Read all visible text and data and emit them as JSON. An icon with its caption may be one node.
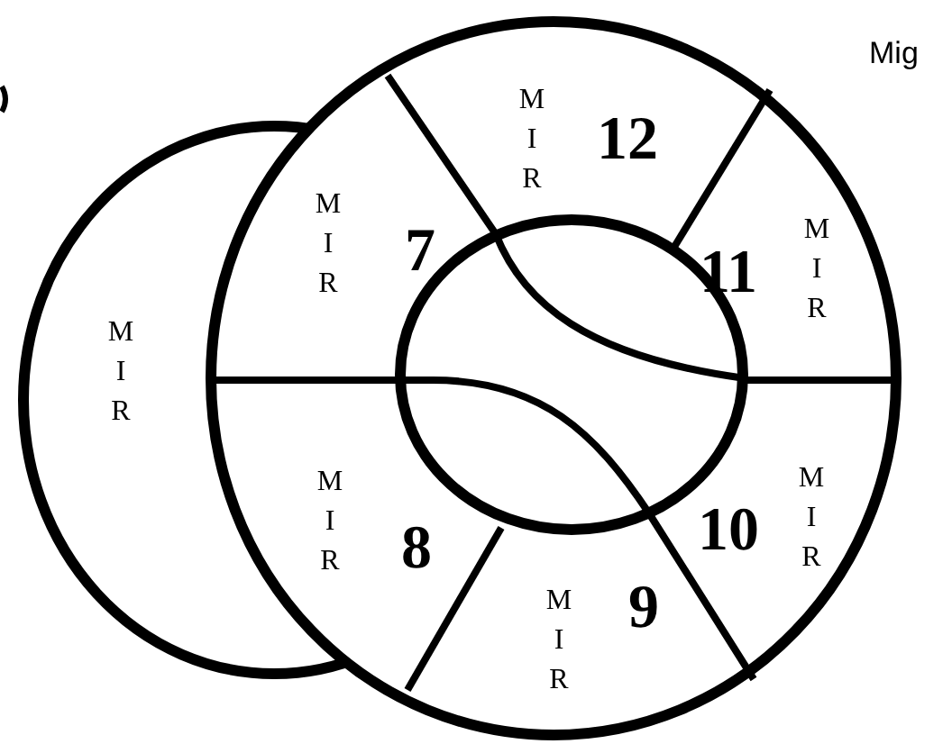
{
  "diagram": {
    "labels": [
      "Mig",
      "M I R",
      "12",
      "M I R",
      "7",
      "11",
      "M I R",
      "M I R",
      "M I R",
      "8",
      "10",
      "M I R",
      "M I R",
      "9"
    ]
  }
}
